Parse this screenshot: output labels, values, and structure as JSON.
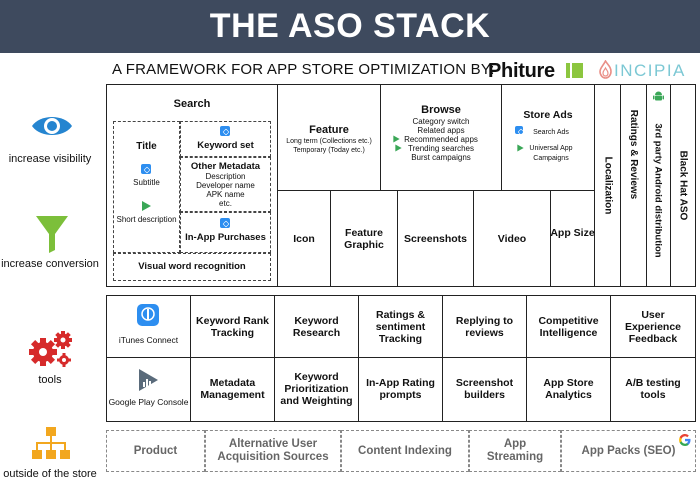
{
  "header": {
    "title": "THE ASO STACK",
    "subtitle": "A FRAMEWORK FOR APP STORE OPTIMIZATION BY:",
    "logo_phiture": "Phiture",
    "logo_incipia": "INCIPIA"
  },
  "side_labels": {
    "visibility": "increase visibility",
    "conversion": "increase conversion",
    "tools": "tools",
    "outside": "outside of the store"
  },
  "visibility": {
    "search": "Search",
    "title": "Title",
    "subtitle": "Subtitle",
    "short_description": "Short description",
    "keyword_set": "Keyword set",
    "other_metadata": "Other Metadata",
    "other_metadata_items": [
      "Description",
      "Developer name",
      "APK name",
      "etc."
    ],
    "in_app_purchases": "In-App Purchases",
    "visual_word_recognition": "Visual word recognition",
    "feature": "Feature",
    "feature_sub": [
      "Long term (Collections etc.)",
      "Temporary (Today etc.)"
    ],
    "browse": "Browse",
    "browse_items": [
      "Category switch",
      "Related apps",
      "Recommended apps",
      "Trending searches",
      "Burst campaigns"
    ],
    "store_ads": "Store Ads",
    "search_ads": "Search Ads",
    "universal_app_campaigns": "Universal App Campaigns",
    "localization": "Localization",
    "ratings_reviews": "Ratings & Reviews",
    "third_party": "3rd party Android distribution",
    "black_hat": "Black Hat ASO"
  },
  "conversion": {
    "icon": "Icon",
    "feature_graphic": "Feature Graphic",
    "screenshots": "Screenshots",
    "video": "Video",
    "app_size": "App Size"
  },
  "tools": {
    "itunes_connect": "iTunes Connect",
    "google_play_console": "Google Play Console",
    "row1": [
      "Keyword Rank Tracking",
      "Keyword Research",
      "Ratings & sentiment Tracking",
      "Replying to reviews",
      "Competitive Intelligence",
      "User Experience Feedback"
    ],
    "row2": [
      "Metadata Management",
      "Keyword Prioritization and Weighting",
      "In-App Rating prompts",
      "Screenshot builders",
      "App Store Analytics",
      "A/B testing tools"
    ]
  },
  "outside": [
    "Product",
    "Alternative User Acquisition Sources",
    "Content Indexing",
    "App Streaming",
    "App Packs (SEO)"
  ],
  "colors": {
    "banner": "#3e4a5e",
    "visibility_icon": "#2585d0",
    "conversion_icon": "#7cbf3a",
    "tools_icon": "#d62b2b",
    "outside_icon": "#f2a71f",
    "ios_blue": "#2d8ef0",
    "play_green": "#3aa757"
  }
}
